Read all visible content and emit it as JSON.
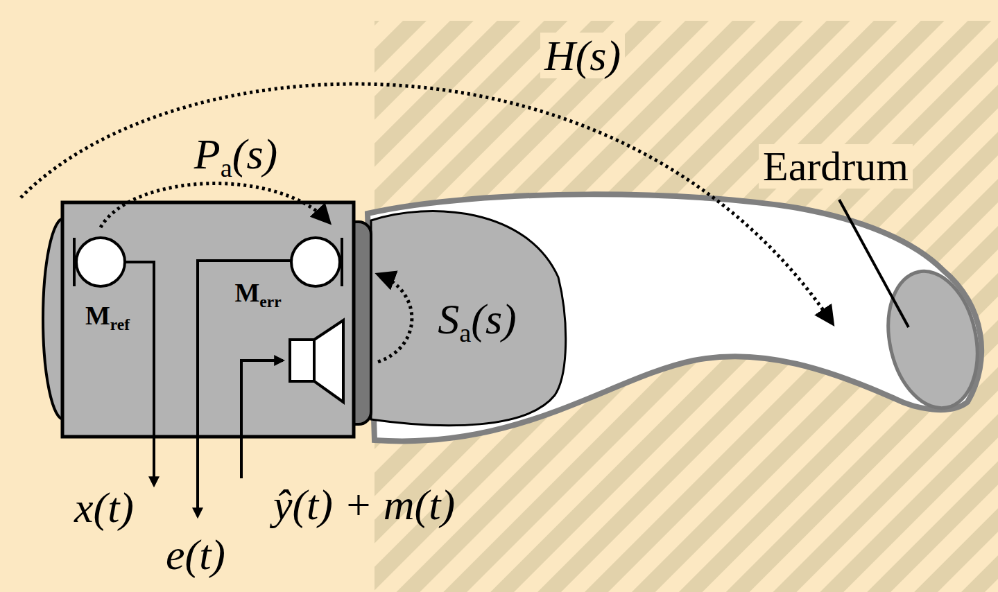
{
  "diagram": {
    "labels": [
      "H(s)",
      "P",
      "a",
      "(s)",
      "Eardrum",
      "M",
      "ref",
      "M",
      "err",
      "S",
      "a",
      "(s)",
      "x(t)",
      "e(t)",
      "ŷ(t) + m(t)"
    ]
  }
}
